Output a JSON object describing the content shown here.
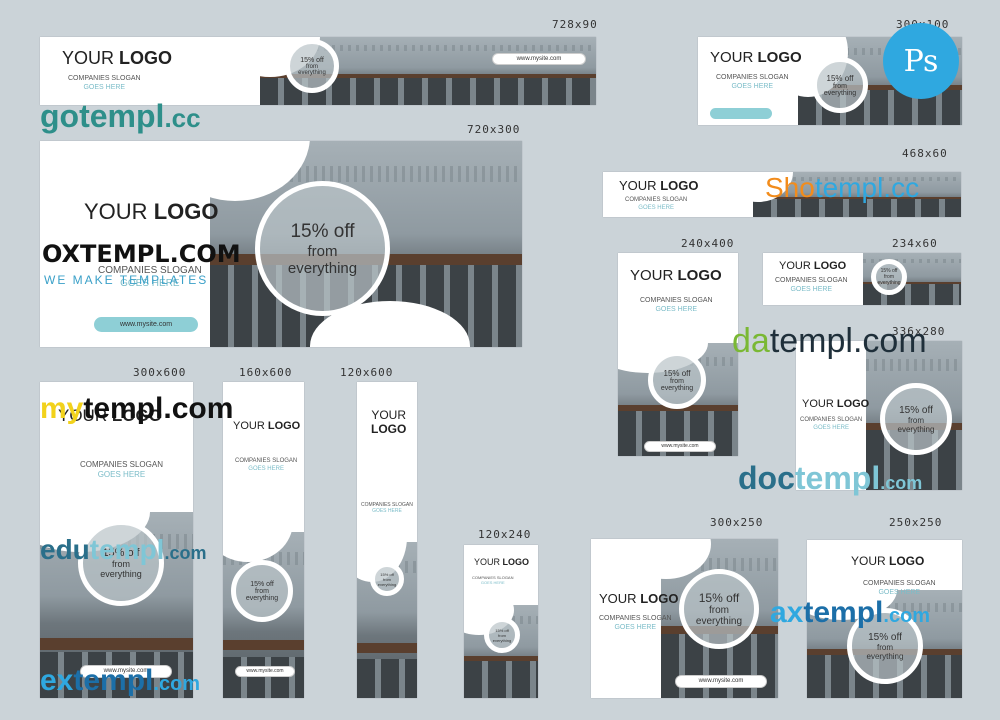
{
  "sizes": {
    "s728x90": "728x90",
    "s300x100": "300x100",
    "s720x300": "720x300",
    "s468x60": "468x60",
    "s240x400": "240x400",
    "s234x60": "234x60",
    "s336x280": "336x280",
    "s300x600": "300x600",
    "s160x600": "160x600",
    "s120x600": "120x600",
    "s120x240": "120x240",
    "s300x250": "300x250",
    "s250x250": "250x250"
  },
  "ad": {
    "your": "YOUR",
    "logo": "LOGO",
    "slogan": "COMPANIES SLOGAN",
    "goes_here": "GOES HERE",
    "pct": "15% off",
    "from": "from",
    "everything": "everything",
    "site": "www.mysite.com"
  },
  "ps_icon": "Ps",
  "watermarks": {
    "gotempl_a": "gotempl",
    "gotempl_b": ".cc",
    "shotempl_a": "Sho",
    "shotempl_b": "templ.cc",
    "oxtempl": "OXTEMPL.COM",
    "oxtempl_sub": "WE MAKE TEMPLATES",
    "datempl_a": "da",
    "datempl_b": "templ.com",
    "mytempl_a": "my",
    "mytempl_b": "templ.com",
    "doctempl_a": "doc",
    "doctempl_b": "templ",
    "doctempl_c": ".com",
    "edutempl_a": "edu",
    "edutempl_b": "templ",
    "edutempl_c": ".com",
    "axtempl_a": "ax",
    "axtempl_b": "templ",
    "axtempl_c": ".com",
    "extempl_a": "ex",
    "extempl_b": "templ",
    "extempl_c": ".com"
  },
  "colors": {
    "background": "#cbd3d8",
    "teal": "#8ecfd6",
    "ps_blue": "#2fa8e0"
  }
}
